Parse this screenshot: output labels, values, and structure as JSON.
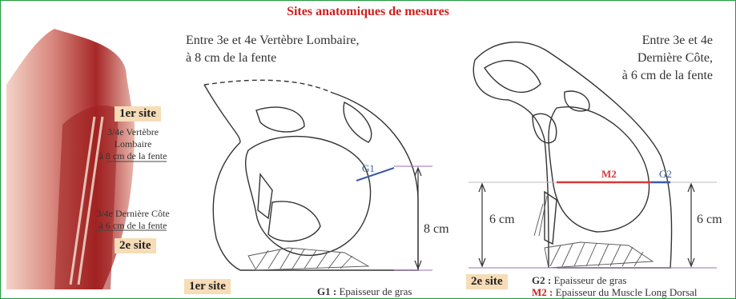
{
  "title": "Sites anatomiques de mesures",
  "photo": {
    "site1": "1er site",
    "site1_desc": [
      "3/4e Vertèbre",
      "Lombaire",
      "à 8 cm de la fente"
    ],
    "site2_desc": [
      "3/4e Dernière Côte",
      "à 6 cm de la fente"
    ],
    "site2": "2e site"
  },
  "left_diagram": {
    "caption": [
      "Entre 3e et 4e Vertèbre Lombaire,",
      "à 8 cm de la fente"
    ],
    "g1": "G1",
    "measure": "8 cm",
    "site": "1er site",
    "legend_code": "G1 :",
    "legend_text": "Epaisseur de gras"
  },
  "right_diagram": {
    "caption": [
      "Entre 3e et 4e",
      "Dernière Côte,",
      "à 6 cm de la fente"
    ],
    "m2": "M2",
    "g2": "G2",
    "measure_left": "6 cm",
    "measure_right": "6 cm",
    "site": "2e site",
    "legend1_code": "G2 :",
    "legend1_text": "Epaisseur de gras",
    "legend2_code": "M2 :",
    "legend2_text": "Epaisseur du Muscle Long Dorsal"
  },
  "colors": {
    "title": "#cc1f1f",
    "m2_line": "#d63a3a",
    "g_line": "#3b5ba8",
    "frame": "#1c9a3a"
  }
}
